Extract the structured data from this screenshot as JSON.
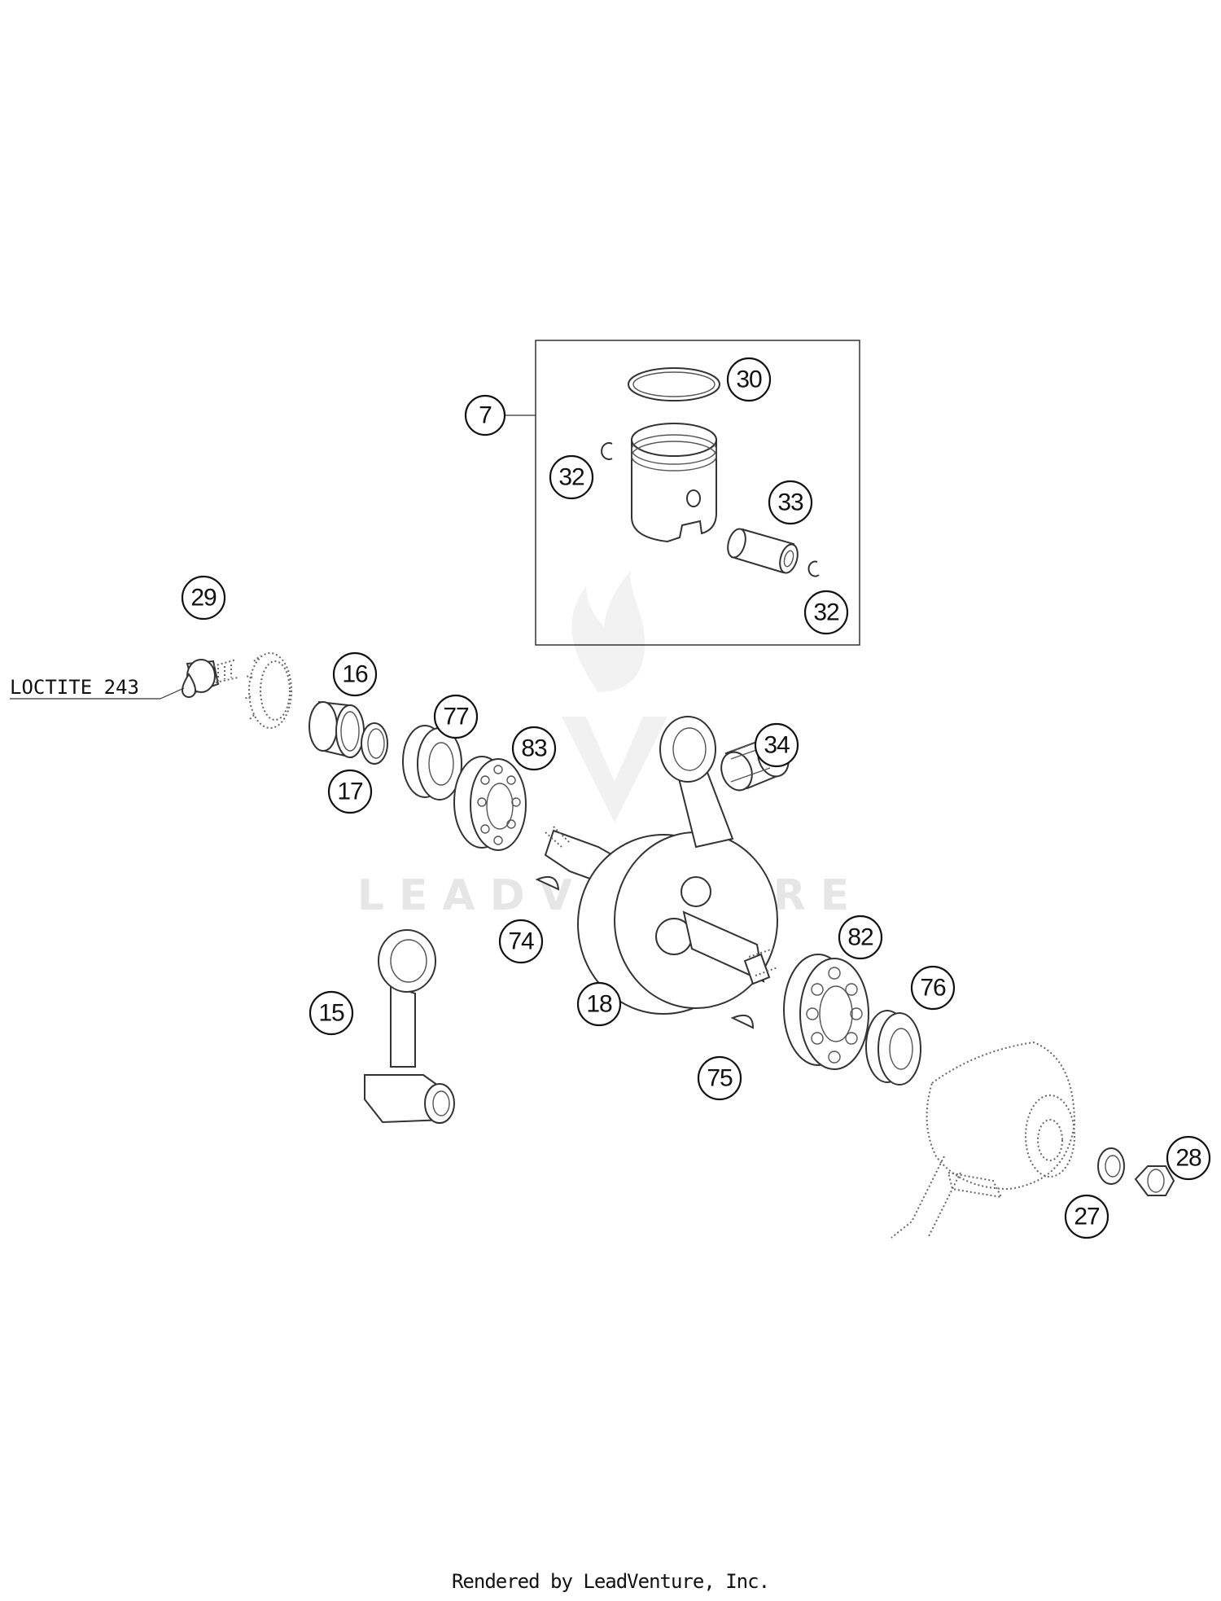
{
  "callouts": [
    {
      "id": "7",
      "label": "7"
    },
    {
      "id": "30",
      "label": "30"
    },
    {
      "id": "32a",
      "label": "32"
    },
    {
      "id": "33",
      "label": "33"
    },
    {
      "id": "32b",
      "label": "32"
    },
    {
      "id": "29",
      "label": "29"
    },
    {
      "id": "16",
      "label": "16"
    },
    {
      "id": "77",
      "label": "77"
    },
    {
      "id": "83",
      "label": "83"
    },
    {
      "id": "34",
      "label": "34"
    },
    {
      "id": "17",
      "label": "17"
    },
    {
      "id": "74",
      "label": "74"
    },
    {
      "id": "82",
      "label": "82"
    },
    {
      "id": "15",
      "label": "15"
    },
    {
      "id": "18",
      "label": "18"
    },
    {
      "id": "76",
      "label": "76"
    },
    {
      "id": "75",
      "label": "75"
    },
    {
      "id": "28",
      "label": "28"
    },
    {
      "id": "27",
      "label": "27"
    }
  ],
  "note": {
    "label": "LOCTITE 243"
  },
  "watermark": {
    "label": "LEADVENTURE"
  },
  "footer": {
    "label": "Rendered by LeadVenture, Inc."
  }
}
